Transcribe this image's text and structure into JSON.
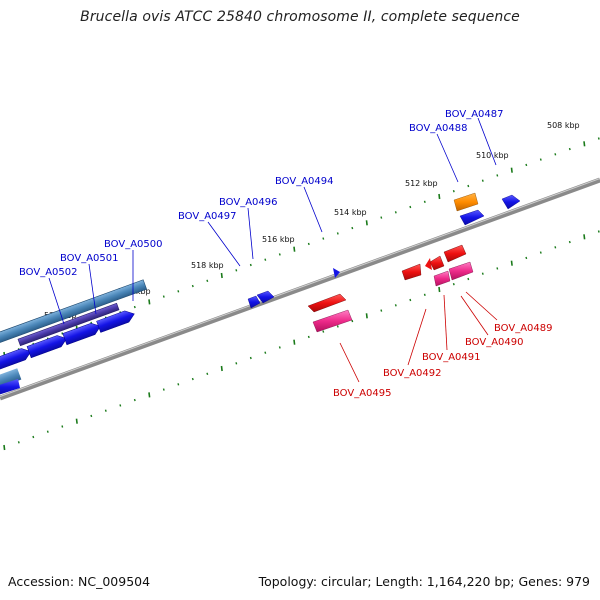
{
  "title": "Brucella ovis ATCC 25840 chromosome II, complete sequence",
  "footer": {
    "accession": "Accession: NC_009504",
    "summary": "Topology: circular; Length: 1,164,220 bp; Genes: 979"
  },
  "colors": {
    "forward_label": "#0000cc",
    "reverse_label": "#cc0000",
    "tick": "#1a7a1a",
    "backbone": "#8a8a8a",
    "forward_gene": "#1a1aee",
    "reverse_gene": "#ee1111",
    "rna": "#ee2a8a",
    "operon": "#4a86b8",
    "pseudo": "#ff8c00"
  },
  "scale_labels": [
    "508 kbp",
    "510 kbp",
    "512 kbp",
    "514 kbp",
    "516 kbp",
    "518 kbp",
    "520 kbp",
    "522 kbp"
  ],
  "forward_labels": [
    "BOV_A0487",
    "BOV_A0488",
    "BOV_A0494",
    "BOV_A0496",
    "BOV_A0497",
    "BOV_A0500",
    "BOV_A0501",
    "BOV_A0502"
  ],
  "reverse_labels": [
    "BOV_A0489",
    "BOV_A0490",
    "BOV_A0491",
    "BOV_A0492",
    "BOV_A0495"
  ]
}
